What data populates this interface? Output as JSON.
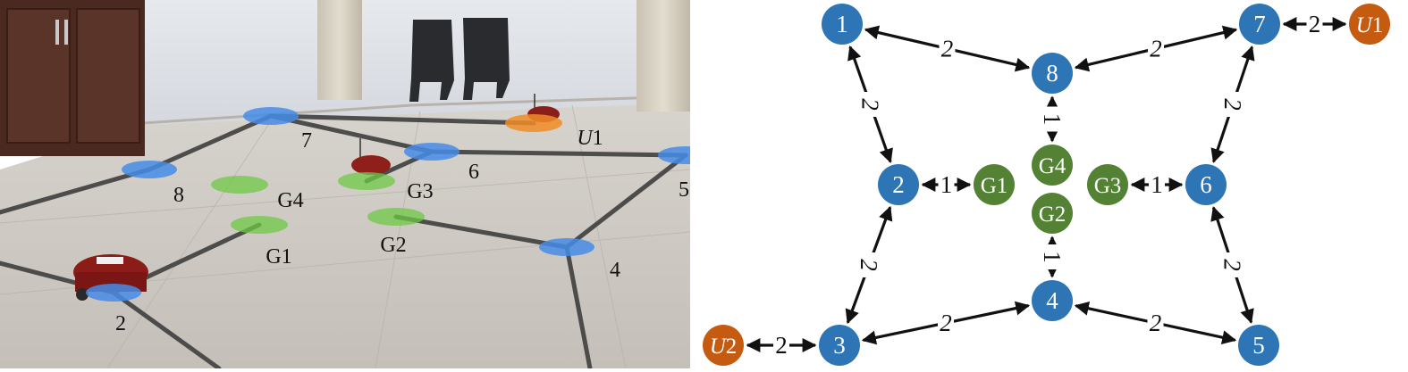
{
  "photo": {
    "nodes": [
      {
        "id": "7",
        "label": "7",
        "kind": "waypoint"
      },
      {
        "id": "6",
        "label": "6",
        "kind": "waypoint"
      },
      {
        "id": "5",
        "label": "5",
        "kind": "waypoint"
      },
      {
        "id": "8",
        "label": "8",
        "kind": "waypoint"
      },
      {
        "id": "4",
        "label": "4",
        "kind": "waypoint"
      },
      {
        "id": "2",
        "label": "2",
        "kind": "waypoint"
      },
      {
        "id": "U1",
        "label": "U1",
        "kind": "robot"
      },
      {
        "id": "G4",
        "label": "G4",
        "kind": "goal"
      },
      {
        "id": "G3",
        "label": "G3",
        "kind": "goal"
      },
      {
        "id": "G1",
        "label": "G1",
        "kind": "goal"
      },
      {
        "id": "G2",
        "label": "G2",
        "kind": "goal"
      }
    ]
  },
  "graph": {
    "colors": {
      "waypoint": "#2e75b6",
      "goal": "#548235",
      "robot": "#c55a11"
    },
    "nodes": [
      {
        "id": "1",
        "label": "1",
        "kind": "waypoint"
      },
      {
        "id": "7",
        "label": "7",
        "kind": "waypoint"
      },
      {
        "id": "U1",
        "label": "U1",
        "kind": "robot"
      },
      {
        "id": "8",
        "label": "8",
        "kind": "waypoint"
      },
      {
        "id": "G4",
        "label": "G4",
        "kind": "goal"
      },
      {
        "id": "2",
        "label": "2",
        "kind": "waypoint"
      },
      {
        "id": "G1",
        "label": "G1",
        "kind": "goal"
      },
      {
        "id": "G3",
        "label": "G3",
        "kind": "goal"
      },
      {
        "id": "6",
        "label": "6",
        "kind": "waypoint"
      },
      {
        "id": "G2",
        "label": "G2",
        "kind": "goal"
      },
      {
        "id": "4",
        "label": "4",
        "kind": "waypoint"
      },
      {
        "id": "U2",
        "label": "U2",
        "kind": "robot"
      },
      {
        "id": "3",
        "label": "3",
        "kind": "waypoint"
      },
      {
        "id": "5",
        "label": "5",
        "kind": "waypoint"
      }
    ],
    "edges": [
      {
        "from": "1",
        "to": "8",
        "weight": "2"
      },
      {
        "from": "7",
        "to": "8",
        "weight": "2"
      },
      {
        "from": "7",
        "to": "U1",
        "weight": "2"
      },
      {
        "from": "1",
        "to": "2",
        "weight": "2"
      },
      {
        "from": "7",
        "to": "6",
        "weight": "2"
      },
      {
        "from": "8",
        "to": "G4",
        "weight": "1"
      },
      {
        "from": "2",
        "to": "G1",
        "weight": "1"
      },
      {
        "from": "G3",
        "to": "6",
        "weight": "1"
      },
      {
        "from": "G2",
        "to": "4",
        "weight": "1"
      },
      {
        "from": "2",
        "to": "3",
        "weight": "2"
      },
      {
        "from": "6",
        "to": "5",
        "weight": "2"
      },
      {
        "from": "U2",
        "to": "3",
        "weight": "2"
      },
      {
        "from": "3",
        "to": "4",
        "weight": "2"
      },
      {
        "from": "4",
        "to": "5",
        "weight": "2"
      }
    ]
  }
}
